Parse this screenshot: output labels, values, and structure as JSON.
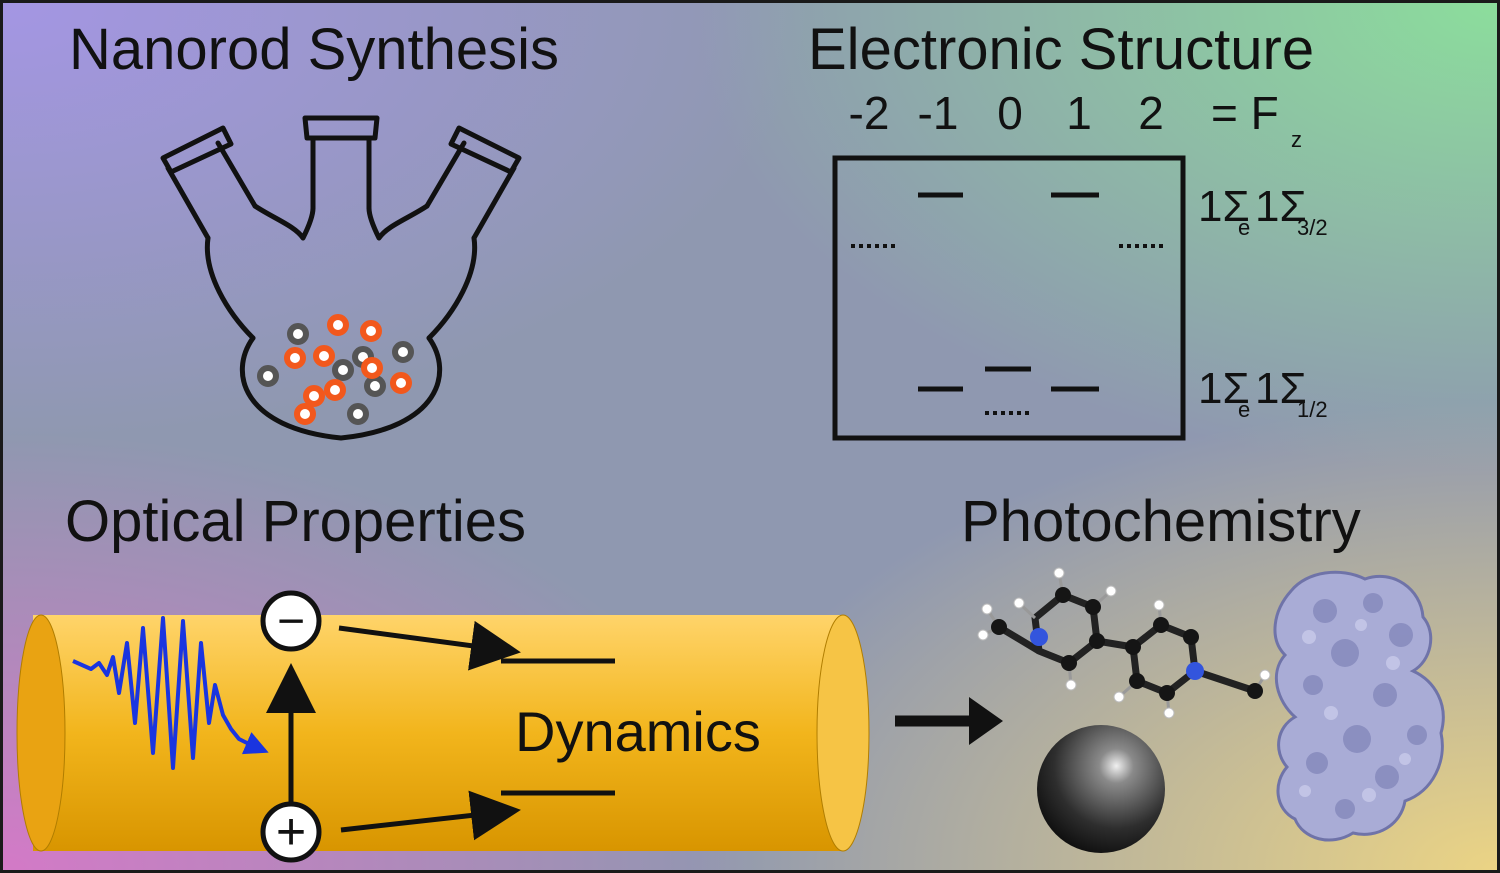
{
  "synthesis": {
    "title": "Nanorod Synthesis"
  },
  "electronic": {
    "title": "Electronic Structure",
    "fz_values": [
      "-2",
      "-1",
      "0",
      "1",
      "2"
    ],
    "fz_equals": "= F",
    "fz_sub": "z",
    "upper_state": {
      "main": "1Σ",
      "sub1": "e",
      "mid": "1Σ",
      "sub2": "3/2"
    },
    "lower_state": {
      "main": "1Σ",
      "sub1": "e",
      "mid": "1Σ",
      "sub2": "1/2"
    }
  },
  "optical": {
    "title": "Optical Properties",
    "minus_sign": "−",
    "plus_sign": "+",
    "dynamics_label": "Dynamics"
  },
  "photo": {
    "title": "Photochemistry"
  },
  "colors": {
    "nanorod": "#f2b51c",
    "particle_orange": "#f2581c",
    "particle_gray": "#666666",
    "pulse_blue": "#1a35e0",
    "protein": "#a9acd6"
  }
}
